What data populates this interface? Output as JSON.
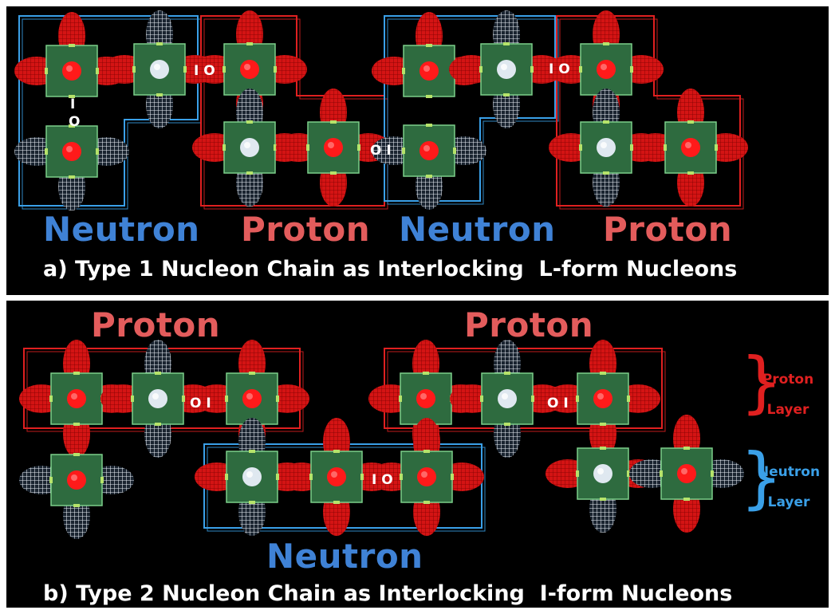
{
  "panel_a": {
    "labels": [
      "Neutron",
      "Proton",
      "Neutron",
      "Proton"
    ],
    "caption": "a) Type 1 Nucleon Chain as Interlocking  L-form Nucleons",
    "gap_marks": [
      "I O",
      "I O",
      "I",
      "O",
      "O I"
    ]
  },
  "panel_b": {
    "labels": [
      "Proton",
      "Proton",
      "Neutron"
    ],
    "caption": "b) Type 2 Nucleon Chain as Interlocking  I-form Nucleons",
    "gap_marks": [
      "O I",
      "O I",
      "I O"
    ],
    "layers": [
      {
        "line1": "Proton",
        "line2": "Layer"
      },
      {
        "line1": "Neutron",
        "line2": "Layer"
      }
    ]
  },
  "colors": {
    "neutron": "#3f82d6",
    "proton": "#e35c5c",
    "box_fill": "#2e6b3f",
    "core_red": "#ff1a1a",
    "core_white": "#dfe8f0",
    "lobe_red": "#d41414",
    "lobe_white": "#e8eef5",
    "proton_frame": "#e02020",
    "neutron_frame": "#3aa0e8"
  },
  "icons": [
    "nucleon-box-icon",
    "lobe-icon",
    "brace-icon"
  ]
}
